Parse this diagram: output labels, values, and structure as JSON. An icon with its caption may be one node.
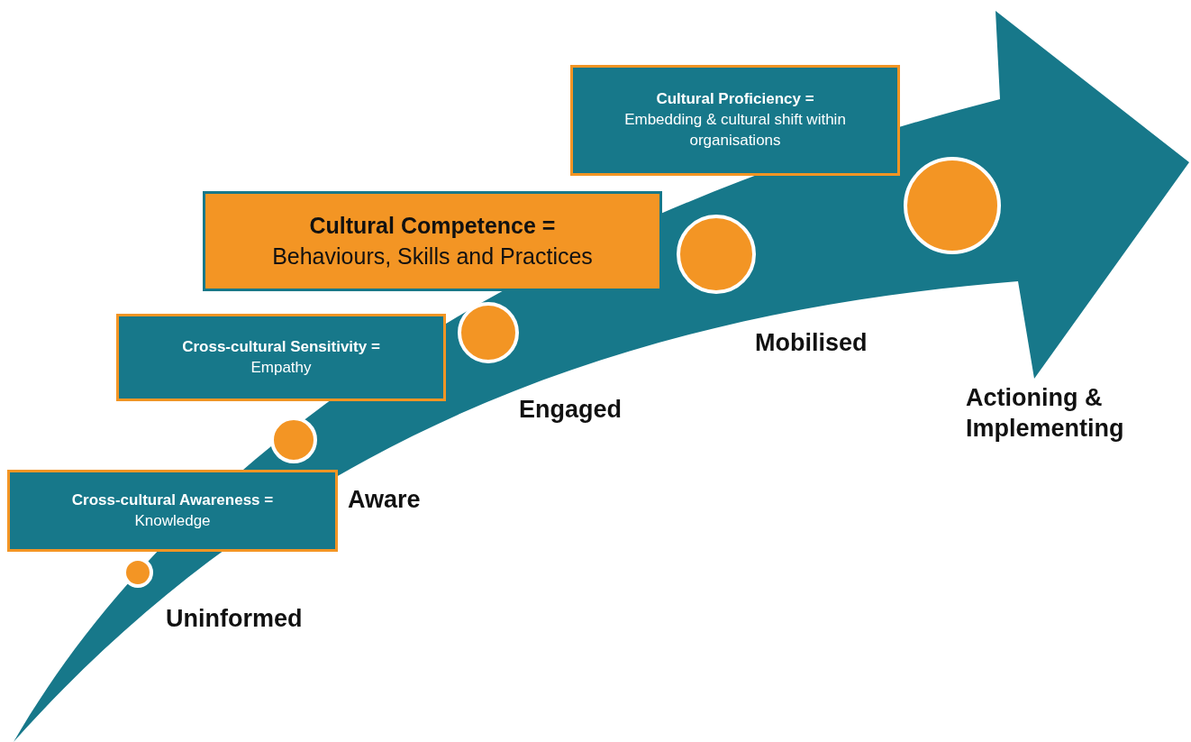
{
  "diagram": {
    "nodes": [
      {
        "text": [
          "Cross-cultural Awareness =",
          "Knowledge"
        ]
      },
      {
        "text": [
          "Cross-cultural Sensitivity =",
          "Empathy"
        ]
      },
      {
        "text": [
          "Cultural Competence =",
          "Behaviours, Skills and Practices"
        ]
      },
      {
        "text": [
          "Cultural Proficiency =",
          "Embedding & cultural shift within organisations"
        ]
      },
      {
        "text": [],
        "shape": "circle"
      },
      {
        "text": [],
        "shape": "circle"
      },
      {
        "text": [],
        "shape": "circle"
      },
      {
        "text": [],
        "shape": "circle"
      },
      {
        "text": [],
        "shape": "circle"
      }
    ],
    "labels": [
      "Uninformed",
      "Aware",
      "Engaged",
      "Mobilised",
      "Actioning & Implementing"
    ]
  }
}
